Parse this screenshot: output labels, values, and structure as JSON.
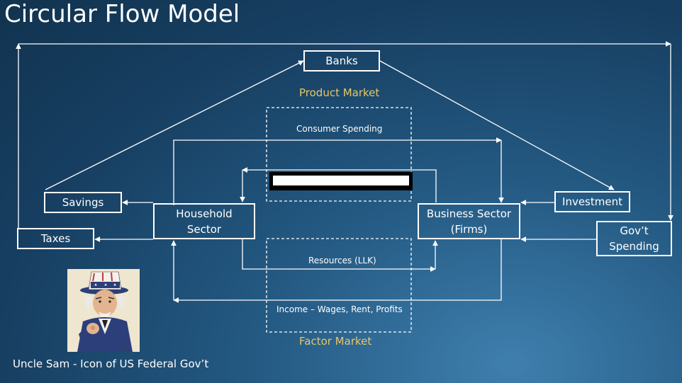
{
  "title": "Circular Flow Model",
  "nodes": {
    "banks": "Banks",
    "savings": "Savings",
    "taxes": "Taxes",
    "household": "Household\nSector",
    "business": "Business Sector\n(Firms)",
    "investment": "Investment",
    "govt_spending": "Gov’t\nSpending"
  },
  "labels": {
    "product_market": "Product Market",
    "factor_market": "Factor Market",
    "consumer_spending": "Consumer Spending",
    "resources": "Resources (LLK)",
    "income": "Income – Wages, Rent, Profits"
  },
  "caption": "Uncle Sam -  Icon of US Federal Gov’t",
  "icons": {
    "poster": "uncle-sam-poster"
  },
  "colors": {
    "market_label": "#e8c766",
    "line": "#ffffff"
  }
}
